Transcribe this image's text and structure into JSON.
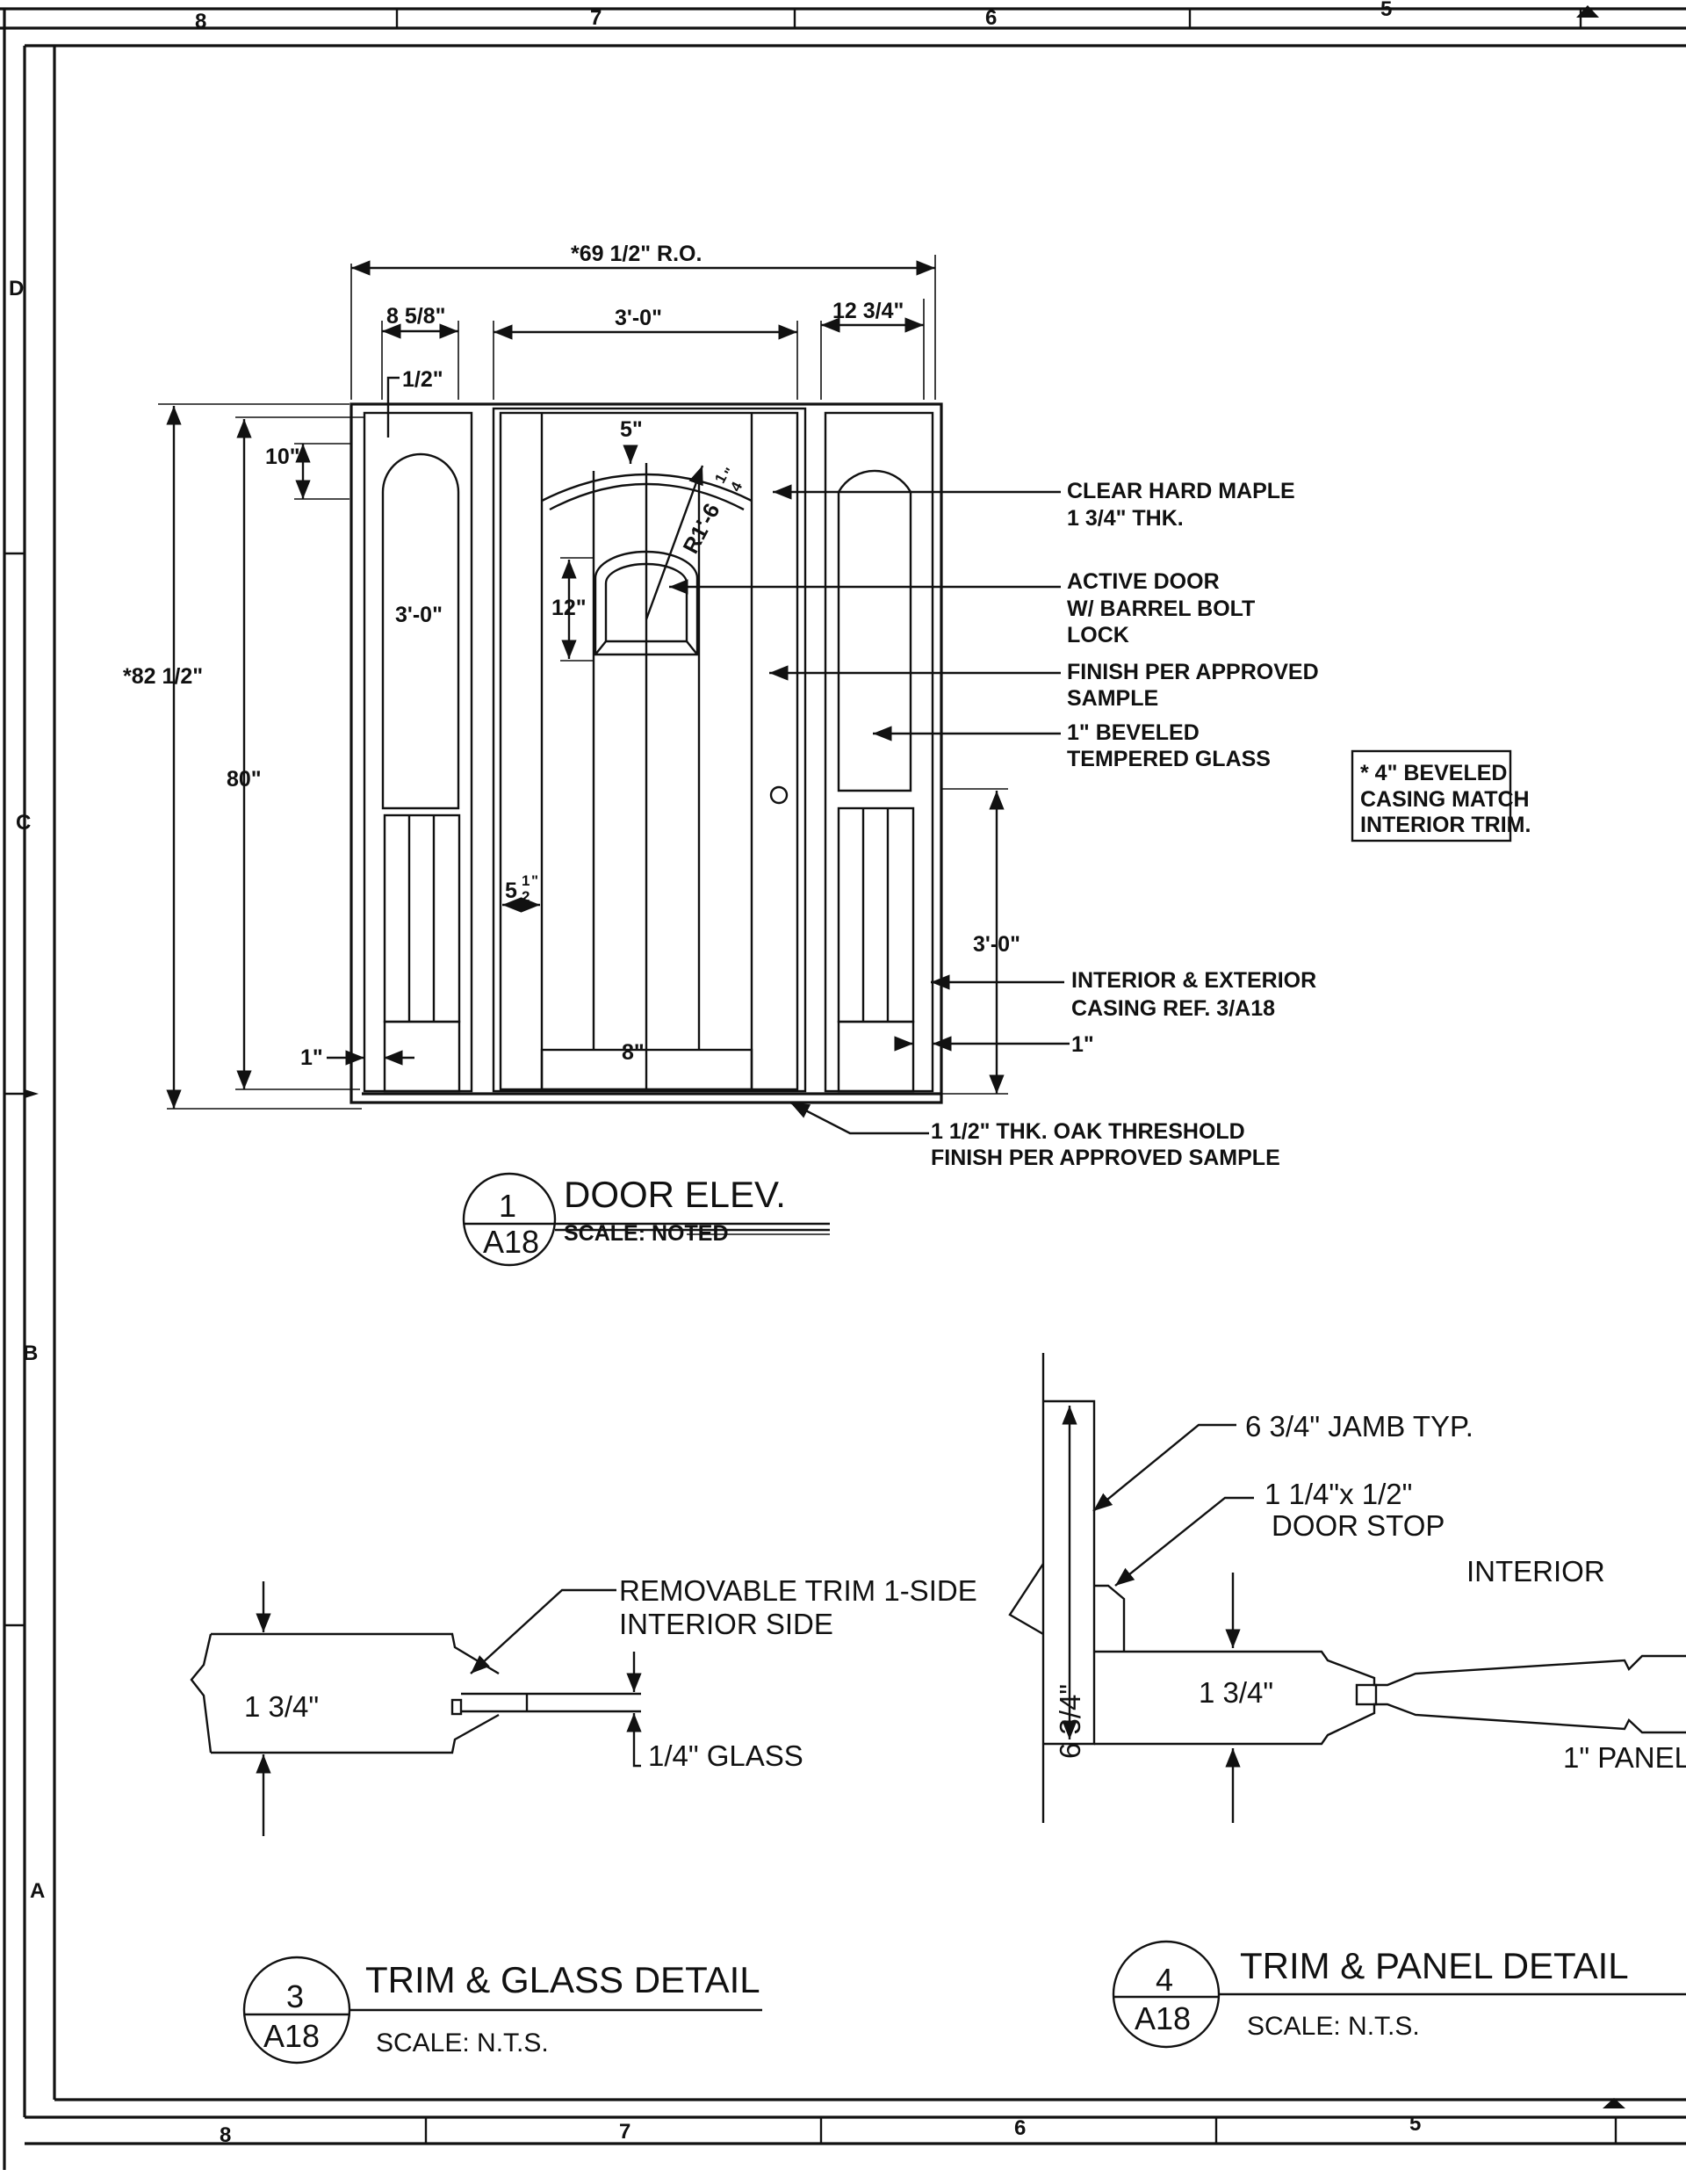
{
  "grid": {
    "top_columns": [
      "8",
      "7",
      "6",
      "5"
    ],
    "bottom_columns": [
      "8",
      "7",
      "6",
      "5"
    ],
    "rows": [
      "D",
      "C",
      "B",
      "A"
    ]
  },
  "door_elevation": {
    "rough_opening_width": "*69 1/2\" R.O.",
    "left_sidelite_width": "8 5/8\"",
    "door_width": "3'-0\"",
    "right_sidelite_width": "12 3/4\"",
    "half_inch": "1/2\"",
    "arch_rise": "5\"",
    "arch_radius": "R1'-6",
    "arch_radius_frac_num": "1",
    "arch_radius_frac_den": "4",
    "arch_radius_unit": "\"",
    "top_rail": "10\"",
    "rough_opening_height": "*82 1/2\"",
    "door_height": "80\"",
    "sidelite_glass_height": "3'-0\"",
    "window_height": "12\"",
    "stile_whole": "5",
    "stile_num": "1",
    "stile_den": "2",
    "stile_unit": "\"",
    "bottom_rail": "8\"",
    "left_one_inch": "1\"",
    "right_panel_height": "3'-0\"",
    "right_one_inch": "1\""
  },
  "notes": {
    "maple_1": "CLEAR HARD MAPLE",
    "maple_2": "1 3/4\" THK.",
    "active_1": "ACTIVE DOOR",
    "active_2": "W/ BARREL BOLT",
    "active_3": "LOCK",
    "finish_1": "FINISH PER APPROVED",
    "finish_2": "SAMPLE",
    "glass_1": "1\" BEVELED",
    "glass_2": "TEMPERED GLASS",
    "casing_1": "INTERIOR & EXTERIOR",
    "casing_2": "CASING REF. 3/A18",
    "threshold_1": "1 1/2\" THK. OAK THRESHOLD",
    "threshold_2": "FINISH PER APPROVED SAMPLE"
  },
  "casing_box": {
    "line1": "* 4\" BEVELED",
    "line2": "CASING MATCH",
    "line3": "INTERIOR TRIM."
  },
  "title_1": {
    "number": "1",
    "sheet": "A18",
    "title": "DOOR ELEV.",
    "scale": "SCALE: NOTED"
  },
  "detail_3": {
    "thickness": "1 3/4\"",
    "trim_1": "REMOVABLE TRIM 1-SIDE",
    "trim_2": "INTERIOR SIDE",
    "glass": "1/4\" GLASS"
  },
  "title_3": {
    "number": "3",
    "sheet": "A18",
    "title": "TRIM & GLASS DETAIL",
    "scale": "SCALE: N.T.S."
  },
  "detail_4": {
    "jamb": "6 3/4\" JAMB TYP.",
    "stop_1": "1 1/4\"x 1/2\"",
    "stop_2": "DOOR STOP",
    "interior": "INTERIOR",
    "jamb_depth": "6 3/4\"",
    "thickness": "1 3/4\"",
    "panel": "1\" PANEL"
  },
  "title_4": {
    "number": "4",
    "sheet": "A18",
    "title": "TRIM & PANEL DETAIL",
    "scale": "SCALE: N.T.S."
  }
}
